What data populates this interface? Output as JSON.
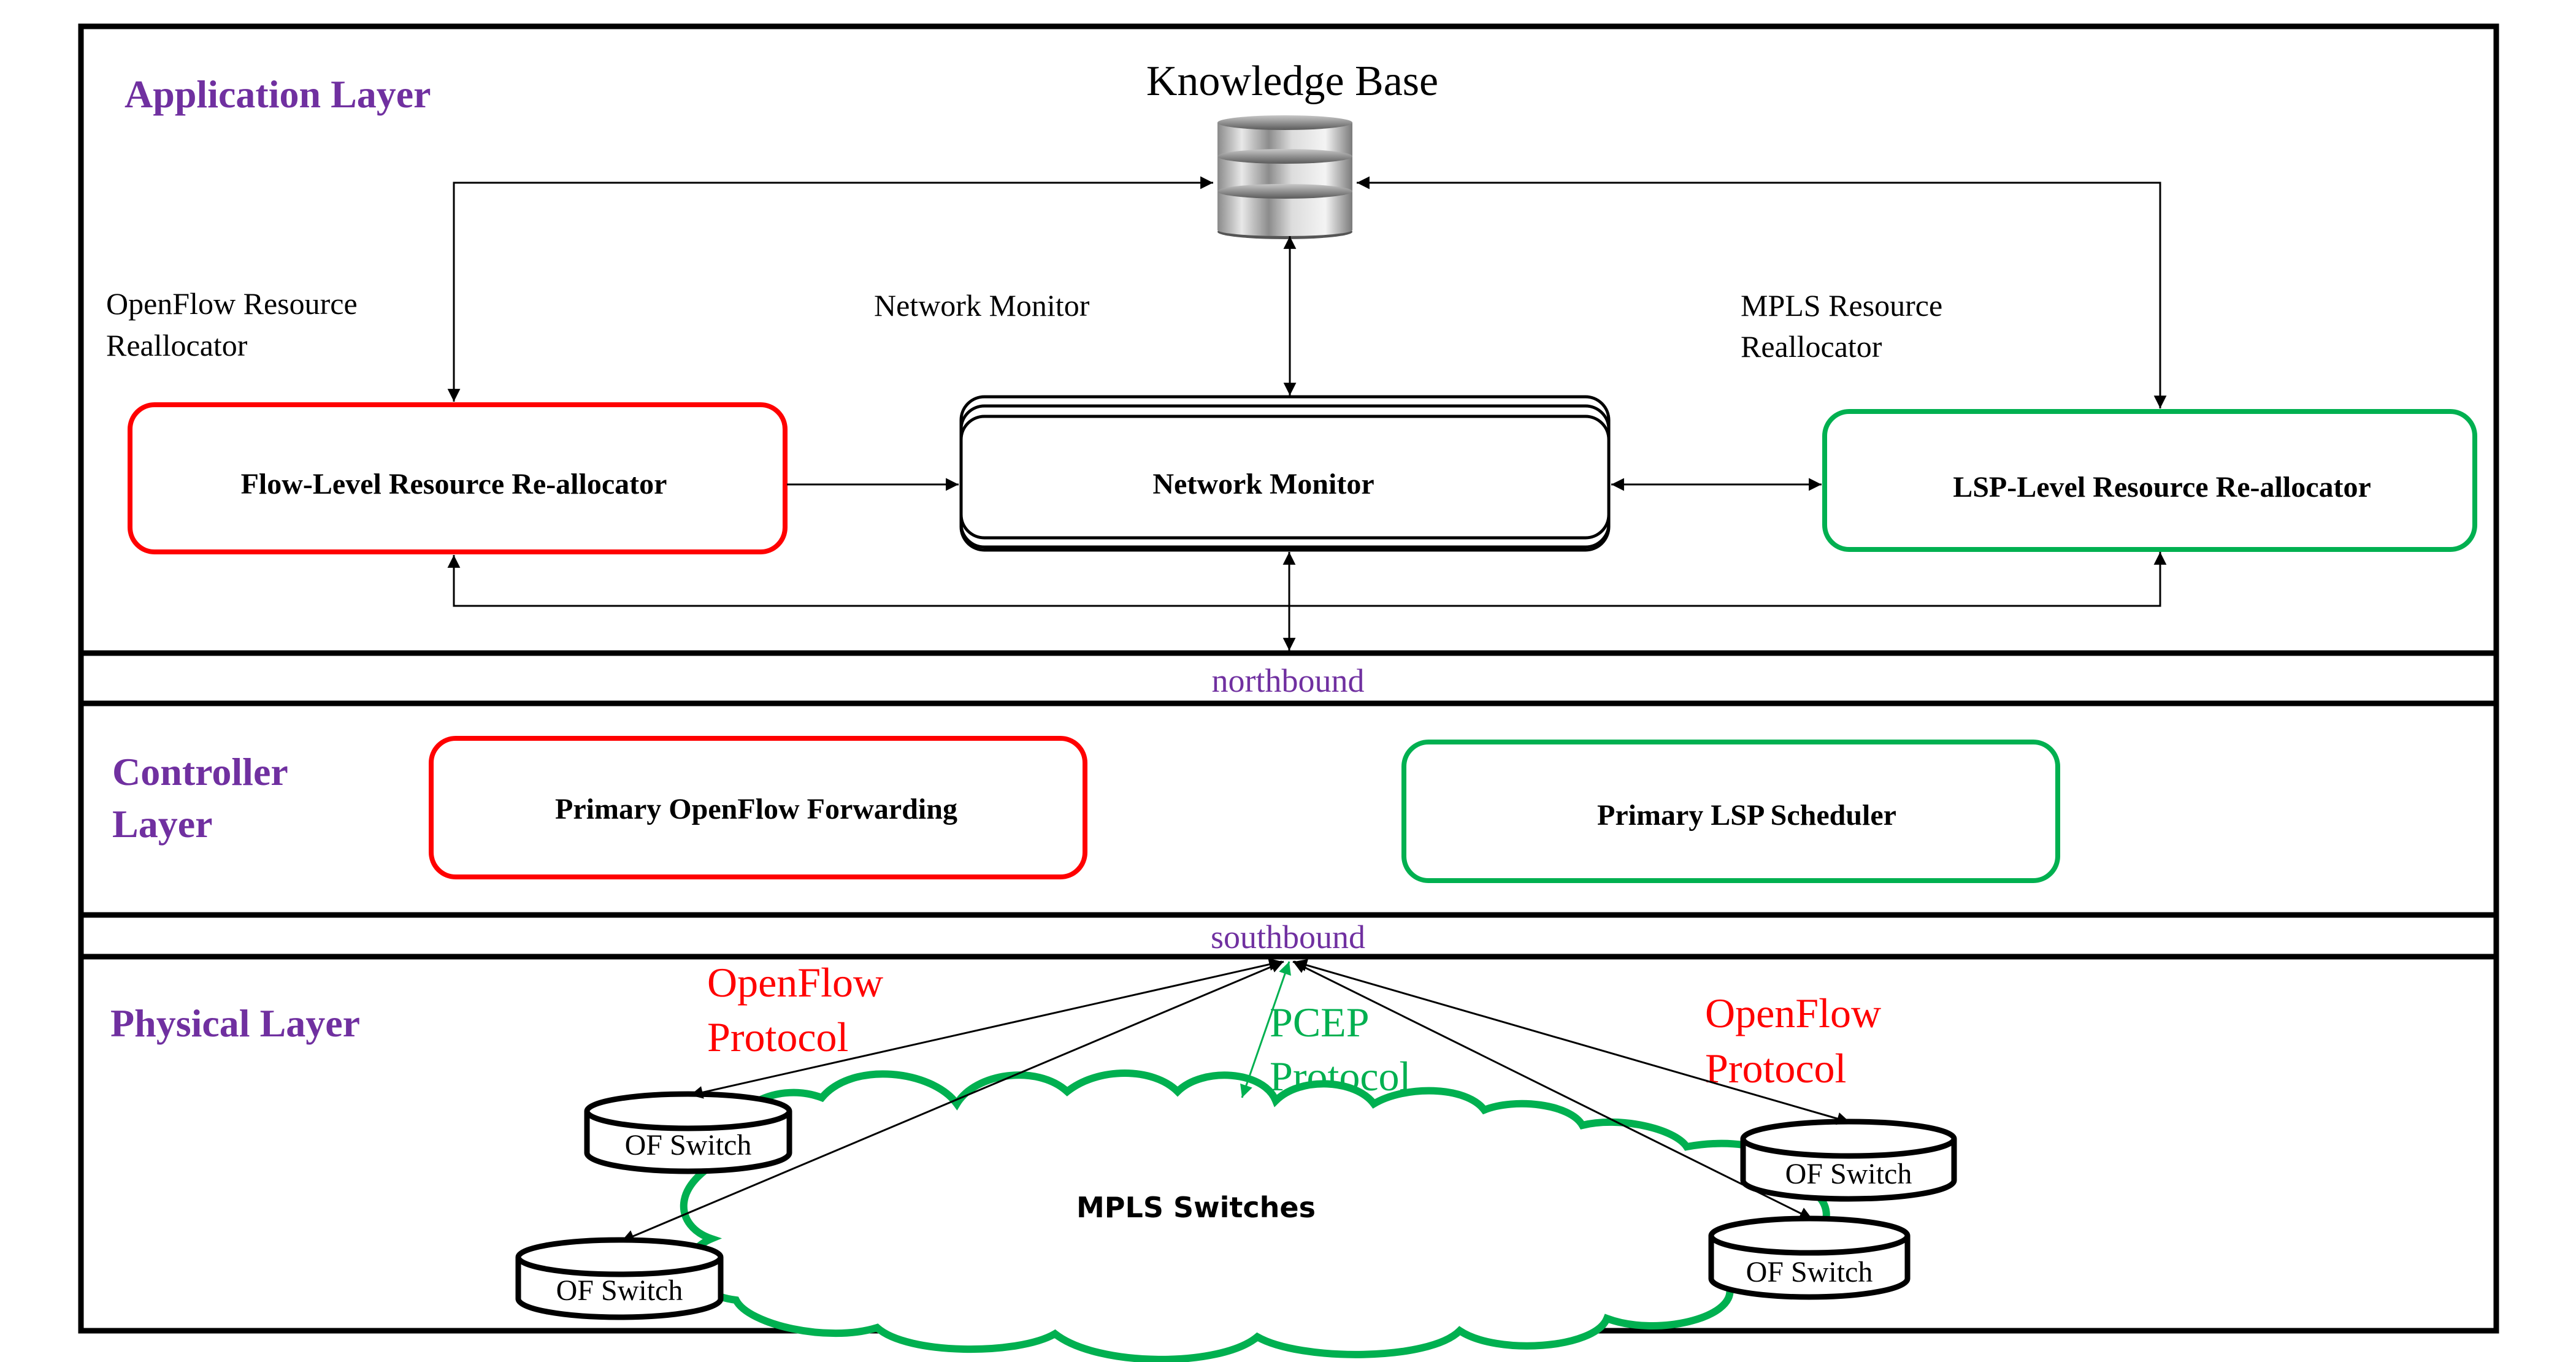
{
  "colors": {
    "layer_title": "#7030A0",
    "openflow_red": "#FF0000",
    "mpls_green": "#00B050",
    "black": "#000000"
  },
  "application_layer": {
    "title": "Application Layer",
    "knowledge_base": {
      "label": "Knowledge Base",
      "icon": "database-icon"
    },
    "annotations": {
      "openflow_reallocator": [
        "OpenFlow Resource",
        "Reallocator"
      ],
      "network_monitor": "Network Monitor",
      "mpls_reallocator": [
        "MPLS Resource",
        "Reallocator"
      ]
    },
    "boxes": {
      "flow_level": "Flow-Level Resource Re-allocator",
      "network_monitor": "Network Monitor",
      "lsp_level": "LSP-Level Resource Re-allocator"
    }
  },
  "interfaces": {
    "northbound": "northbound",
    "southbound": "southbound"
  },
  "controller_layer": {
    "title": [
      "Controller",
      "Layer"
    ],
    "boxes": {
      "openflow_forwarding": "Primary OpenFlow Forwarding",
      "lsp_scheduler": "Primary LSP Scheduler"
    }
  },
  "physical_layer": {
    "title": "Physical Layer",
    "protocols": {
      "openflow_left": [
        "OpenFlow",
        "Protocol"
      ],
      "pcep": [
        "PCEP",
        "Protocol"
      ],
      "openflow_right": [
        "OpenFlow",
        "Protocol"
      ]
    },
    "cloud_label": "MPLS Switches",
    "switches": [
      "OF Switch",
      "OF Switch",
      "OF Switch",
      "OF Switch"
    ]
  }
}
